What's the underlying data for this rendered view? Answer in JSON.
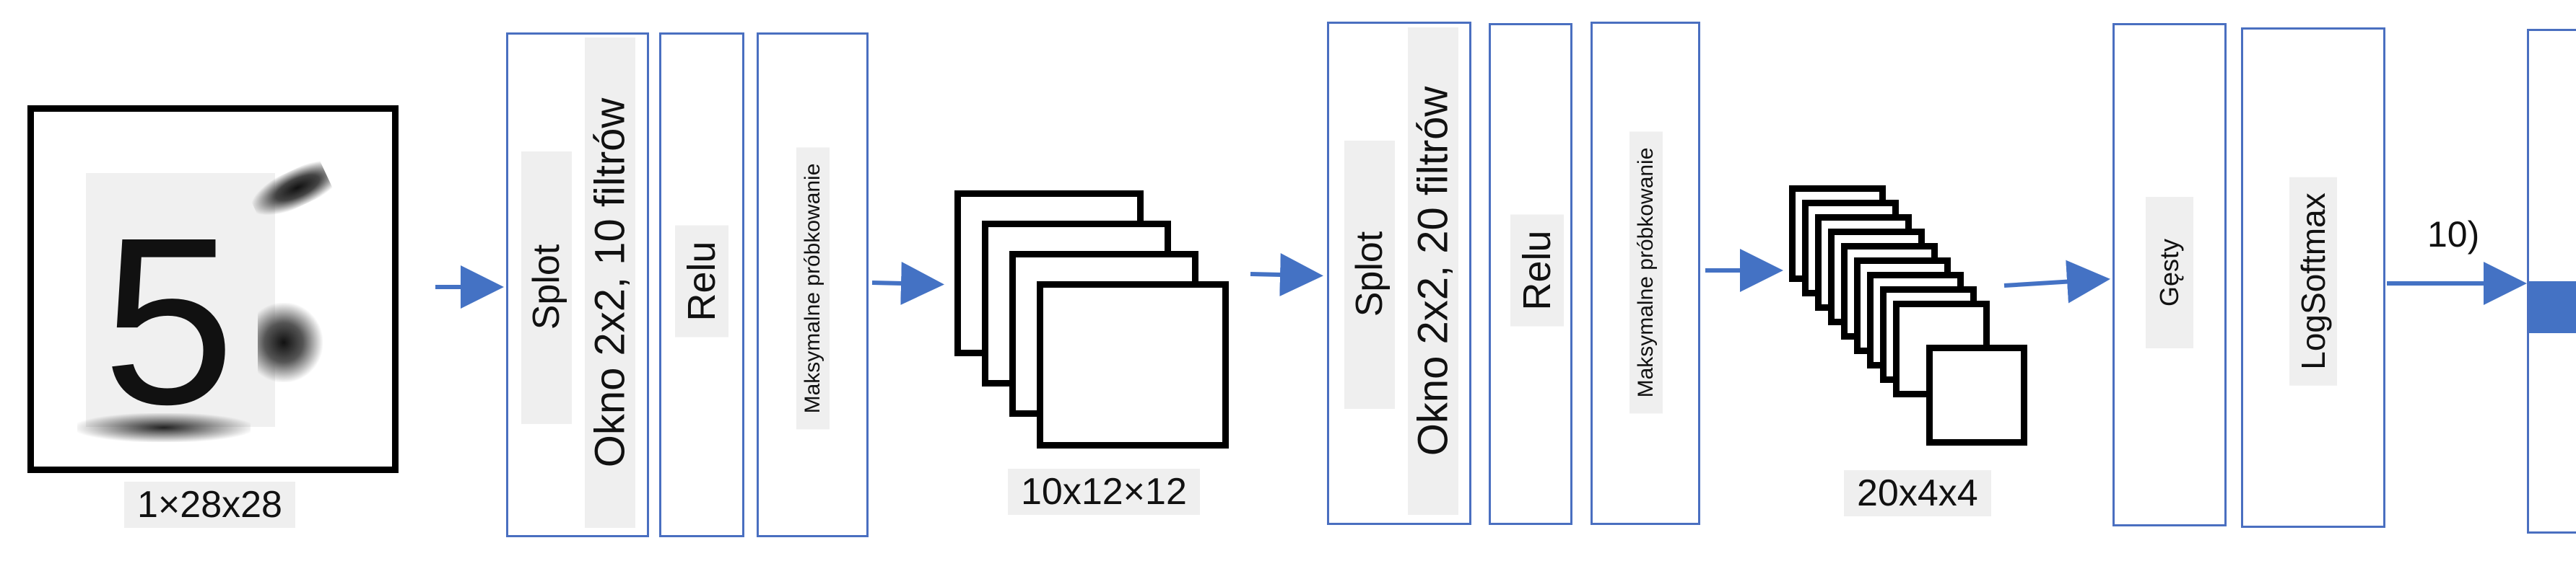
{
  "input": {
    "digit": "5",
    "shape_label": "1×28x28"
  },
  "block1": {
    "conv_label": "Splot",
    "conv_window": "Okno 2x2, 10 filtrów",
    "relu_label": "Relu",
    "pool_label": "Maksymalne próbkowanie"
  },
  "feature1": {
    "shape_label": "10x12×12"
  },
  "block2": {
    "conv_label": "Splot",
    "conv_window": "Okno 2x2, 20 filtrów",
    "relu_label": "Relu",
    "pool_label": "Maksymalne próbkowanie"
  },
  "feature2": {
    "shape_label": "20x4x4"
  },
  "dense": {
    "label": "Gęsty"
  },
  "logsoftmax": {
    "label": "LogSoftmax"
  },
  "output": {
    "shape_label": "10)"
  },
  "colors": {
    "layer_border": "#4a6fc0",
    "arrow": "#4472c4",
    "label_bg": "#efefef",
    "output_fill": "#4472c4"
  }
}
